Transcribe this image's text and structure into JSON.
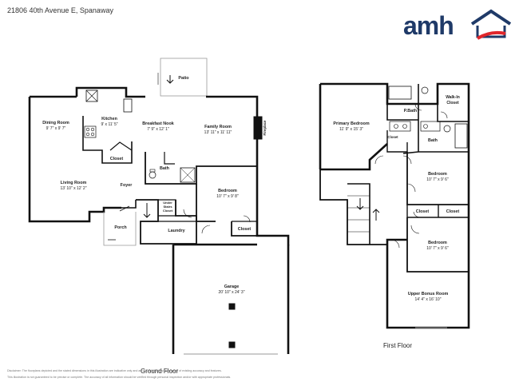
{
  "header": {
    "address": "21806 40th Avenue E, Spanaway"
  },
  "logo": {
    "text": "amh",
    "brand_color": "#1f3a68",
    "accent_color": "#e0262b",
    "icon": "house-roof-icon"
  },
  "ground_floor": {
    "label": "Ground Floor",
    "rooms": {
      "patio": {
        "name": "Patio"
      },
      "dining": {
        "name": "Dining Room",
        "dim": "9' 7\" x 9' 7\""
      },
      "kitchen": {
        "name": "Kitchen",
        "dim": "9' x 11' 5\""
      },
      "nook": {
        "name": "Breakfast Nook",
        "dim": "7' 9\" x 12' 1\""
      },
      "family": {
        "name": "Family Room",
        "dim": "13' 11\" x 11' 11\""
      },
      "fireplace": {
        "name": "Fireplace"
      },
      "closet_kitchen": {
        "name": "Closet"
      },
      "bath": {
        "name": "Bath"
      },
      "living": {
        "name": "Living Room",
        "dim": "13' 10\" x 12' 2\""
      },
      "foyer": {
        "name": "Foyer"
      },
      "bedroom": {
        "name": "Bedroom",
        "dim": "10' 7\" x 9' 8\""
      },
      "under_stairs": {
        "name": "Under Stairs Closet"
      },
      "porch": {
        "name": "Porch"
      },
      "laundry": {
        "name": "Laundry"
      },
      "closet_bed": {
        "name": "Closet"
      },
      "garage": {
        "name": "Garage",
        "dim": "20' 10\" x 24' 3\""
      }
    }
  },
  "first_floor": {
    "label": "First Floor",
    "rooms": {
      "primary": {
        "name": "Primary Bedroom",
        "dim": "11' 9\" x 15' 3\""
      },
      "pbath": {
        "name": "P.Bath"
      },
      "walkin": {
        "name": "Walk-In Closet"
      },
      "closet_small": {
        "name": "Closet"
      },
      "bath": {
        "name": "Bath"
      },
      "bedroom1": {
        "name": "Bedroom",
        "dim": "10' 7\" x 9' 6\""
      },
      "closet_a": {
        "name": "Closet"
      },
      "closet_b": {
        "name": "Closet"
      },
      "bedroom2": {
        "name": "Bedroom",
        "dim": "10' 7\" x 9' 6\""
      },
      "bonus": {
        "name": "Upper Bonus Room",
        "dim": "14' 4\" x 16' 10\""
      }
    }
  },
  "disclaimer": {
    "line1": "Disclaimer: The floorplans depicted and the stated dimensions in this illustration are indicative only and are not an exact representation of existing accuracy and features.",
    "line2": "This illustration is not guaranteed to be precise or complete. The accuracy of all information should be verified through personal inspection and/or with appropriate professionals."
  }
}
